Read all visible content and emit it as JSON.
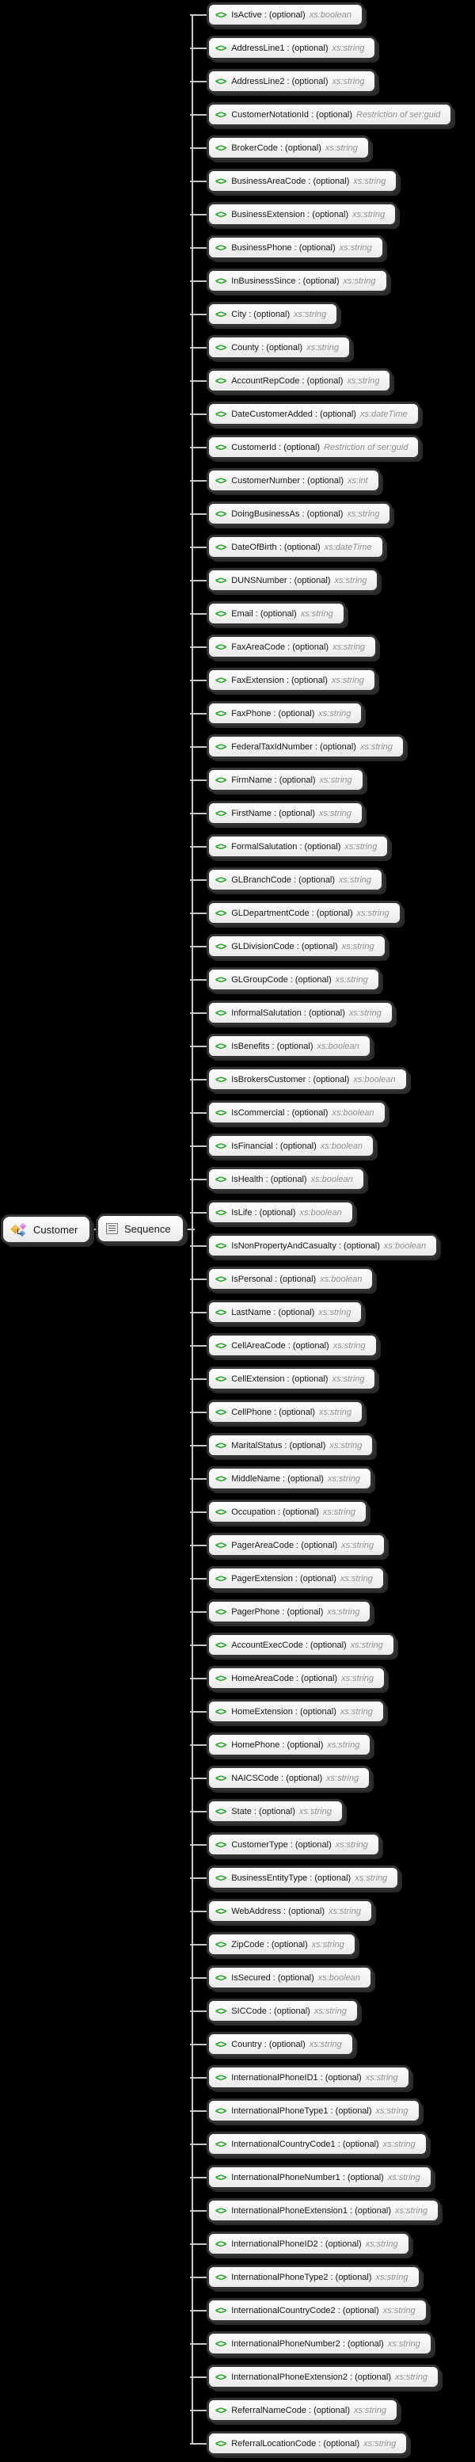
{
  "diagram": {
    "root": {
      "label": "Customer",
      "icon": "schema-element-diamonds"
    },
    "sequence": {
      "label": "Sequence",
      "icon": "sequence-list-lines"
    },
    "element_icon_glyph": "<>",
    "occurrence_label": "(optional)",
    "elements": [
      {
        "name": "IsActive",
        "occurs": "(optional)",
        "type": "xs:boolean"
      },
      {
        "name": "AddressLine1",
        "occurs": "(optional)",
        "type": "xs:string"
      },
      {
        "name": "AddressLine2",
        "occurs": "(optional)",
        "type": "xs:string"
      },
      {
        "name": "CustomerNotationId",
        "occurs": "(optional)",
        "type": "Restriction of ser:guid"
      },
      {
        "name": "BrokerCode",
        "occurs": "(optional)",
        "type": "xs:string"
      },
      {
        "name": "BusinessAreaCode",
        "occurs": "(optional)",
        "type": "xs:string"
      },
      {
        "name": "BusinessExtension",
        "occurs": "(optional)",
        "type": "xs:string"
      },
      {
        "name": "BusinessPhone",
        "occurs": "(optional)",
        "type": "xs:string"
      },
      {
        "name": "InBusinessSince",
        "occurs": "(optional)",
        "type": "xs:string"
      },
      {
        "name": "City",
        "occurs": "(optional)",
        "type": "xs:string"
      },
      {
        "name": "County",
        "occurs": "(optional)",
        "type": "xs:string"
      },
      {
        "name": "AccountRepCode",
        "occurs": "(optional)",
        "type": "xs:string"
      },
      {
        "name": "DateCustomerAdded",
        "occurs": "(optional)",
        "type": "xs:dateTime"
      },
      {
        "name": "CustomerId",
        "occurs": "(optional)",
        "type": "Restriction of ser:guid"
      },
      {
        "name": "CustomerNumber",
        "occurs": "(optional)",
        "type": "xs:int"
      },
      {
        "name": "DoingBusinessAs",
        "occurs": "(optional)",
        "type": "xs:string"
      },
      {
        "name": "DateOfBirth",
        "occurs": "(optional)",
        "type": "xs:dateTime"
      },
      {
        "name": "DUNSNumber",
        "occurs": "(optional)",
        "type": "xs:string"
      },
      {
        "name": "Email",
        "occurs": "(optional)",
        "type": "xs:string"
      },
      {
        "name": "FaxAreaCode",
        "occurs": "(optional)",
        "type": "xs:string"
      },
      {
        "name": "FaxExtension",
        "occurs": "(optional)",
        "type": "xs:string"
      },
      {
        "name": "FaxPhone",
        "occurs": "(optional)",
        "type": "xs:string"
      },
      {
        "name": "FederalTaxIdNumber",
        "occurs": "(optional)",
        "type": "xs:string"
      },
      {
        "name": "FirmName",
        "occurs": "(optional)",
        "type": "xs:string"
      },
      {
        "name": "FirstName",
        "occurs": "(optional)",
        "type": "xs:string"
      },
      {
        "name": "FormalSalutation",
        "occurs": "(optional)",
        "type": "xs:string"
      },
      {
        "name": "GLBranchCode",
        "occurs": "(optional)",
        "type": "xs:string"
      },
      {
        "name": "GLDepartmentCode",
        "occurs": "(optional)",
        "type": "xs:string"
      },
      {
        "name": "GLDivisionCode",
        "occurs": "(optional)",
        "type": "xs:string"
      },
      {
        "name": "GLGroupCode",
        "occurs": "(optional)",
        "type": "xs:string"
      },
      {
        "name": "InformalSalutation",
        "occurs": "(optional)",
        "type": "xs:string"
      },
      {
        "name": "IsBenefits",
        "occurs": "(optional)",
        "type": "xs:boolean"
      },
      {
        "name": "IsBrokersCustomer",
        "occurs": "(optional)",
        "type": "xs:boolean"
      },
      {
        "name": "IsCommercial",
        "occurs": "(optional)",
        "type": "xs:boolean"
      },
      {
        "name": "IsFinancial",
        "occurs": "(optional)",
        "type": "xs:boolean"
      },
      {
        "name": "IsHealth",
        "occurs": "(optional)",
        "type": "xs:boolean"
      },
      {
        "name": "IsLife",
        "occurs": "(optional)",
        "type": "xs:boolean"
      },
      {
        "name": "IsNonPropertyAndCasualty",
        "occurs": "(optional)",
        "type": "xs:boolean"
      },
      {
        "name": "IsPersonal",
        "occurs": "(optional)",
        "type": "xs:boolean"
      },
      {
        "name": "LastName",
        "occurs": "(optional)",
        "type": "xs:string"
      },
      {
        "name": "CellAreaCode",
        "occurs": "(optional)",
        "type": "xs:string"
      },
      {
        "name": "CellExtension",
        "occurs": "(optional)",
        "type": "xs:string"
      },
      {
        "name": "CellPhone",
        "occurs": "(optional)",
        "type": "xs:string"
      },
      {
        "name": "MaritalStatus",
        "occurs": "(optional)",
        "type": "xs:string"
      },
      {
        "name": "MiddleName",
        "occurs": "(optional)",
        "type": "xs:string"
      },
      {
        "name": "Occupation",
        "occurs": "(optional)",
        "type": "xs:string"
      },
      {
        "name": "PagerAreaCode",
        "occurs": "(optional)",
        "type": "xs:string"
      },
      {
        "name": "PagerExtension",
        "occurs": "(optional)",
        "type": "xs:string"
      },
      {
        "name": "PagerPhone",
        "occurs": "(optional)",
        "type": "xs:string"
      },
      {
        "name": "AccountExecCode",
        "occurs": "(optional)",
        "type": "xs:string"
      },
      {
        "name": "HomeAreaCode",
        "occurs": "(optional)",
        "type": "xs:string"
      },
      {
        "name": "HomeExtension",
        "occurs": "(optional)",
        "type": "xs:string"
      },
      {
        "name": "HomePhone",
        "occurs": "(optional)",
        "type": "xs:string"
      },
      {
        "name": "NAICSCode",
        "occurs": "(optional)",
        "type": "xs:string"
      },
      {
        "name": "State",
        "occurs": "(optional)",
        "type": "xs:string"
      },
      {
        "name": "CustomerType",
        "occurs": "(optional)",
        "type": "xs:string"
      },
      {
        "name": "BusinessEntityType",
        "occurs": "(optional)",
        "type": "xs:string"
      },
      {
        "name": "WebAddress",
        "occurs": "(optional)",
        "type": "xs:string"
      },
      {
        "name": "ZipCode",
        "occurs": "(optional)",
        "type": "xs:string"
      },
      {
        "name": "IsSecured",
        "occurs": "(optional)",
        "type": "xs:boolean"
      },
      {
        "name": "SICCode",
        "occurs": "(optional)",
        "type": "xs:string"
      },
      {
        "name": "Country",
        "occurs": "(optional)",
        "type": "xs:string"
      },
      {
        "name": "InternationalPhoneID1",
        "occurs": "(optional)",
        "type": "xs:string"
      },
      {
        "name": "InternationalPhoneType1",
        "occurs": "(optional)",
        "type": "xs:string"
      },
      {
        "name": "InternationalCountryCode1",
        "occurs": "(optional)",
        "type": "xs:string"
      },
      {
        "name": "InternationalPhoneNumber1",
        "occurs": "(optional)",
        "type": "xs:string"
      },
      {
        "name": "InternationalPhoneExtension1",
        "occurs": "(optional)",
        "type": "xs:string"
      },
      {
        "name": "InternationalPhoneID2",
        "occurs": "(optional)",
        "type": "xs:string"
      },
      {
        "name": "InternationalPhoneType2",
        "occurs": "(optional)",
        "type": "xs:string"
      },
      {
        "name": "InternationalCountryCode2",
        "occurs": "(optional)",
        "type": "xs:string"
      },
      {
        "name": "InternationalPhoneNumber2",
        "occurs": "(optional)",
        "type": "xs:string"
      },
      {
        "name": "InternationalPhoneExtension2",
        "occurs": "(optional)",
        "type": "xs:string"
      },
      {
        "name": "ReferralNameCode",
        "occurs": "(optional)",
        "type": "xs:string"
      },
      {
        "name": "ReferralLocationCode",
        "occurs": "(optional)",
        "type": "xs:string"
      }
    ]
  },
  "colors": {
    "background": "#000000",
    "node_fill_top": "#fdfdfd",
    "node_fill_bottom": "#e9e9e9",
    "node_border": "#333333",
    "node_shadow": "#2a2a2a",
    "connector_line": "#c8c8c8",
    "element_icon_green": "#12a212",
    "type_text": "#8f8f8f",
    "name_text": "#161616",
    "customer_icon_yellow": "#dd9a25",
    "customer_icon_pink": "#c667c6",
    "customer_icon_blue": "#4a7fc0"
  }
}
